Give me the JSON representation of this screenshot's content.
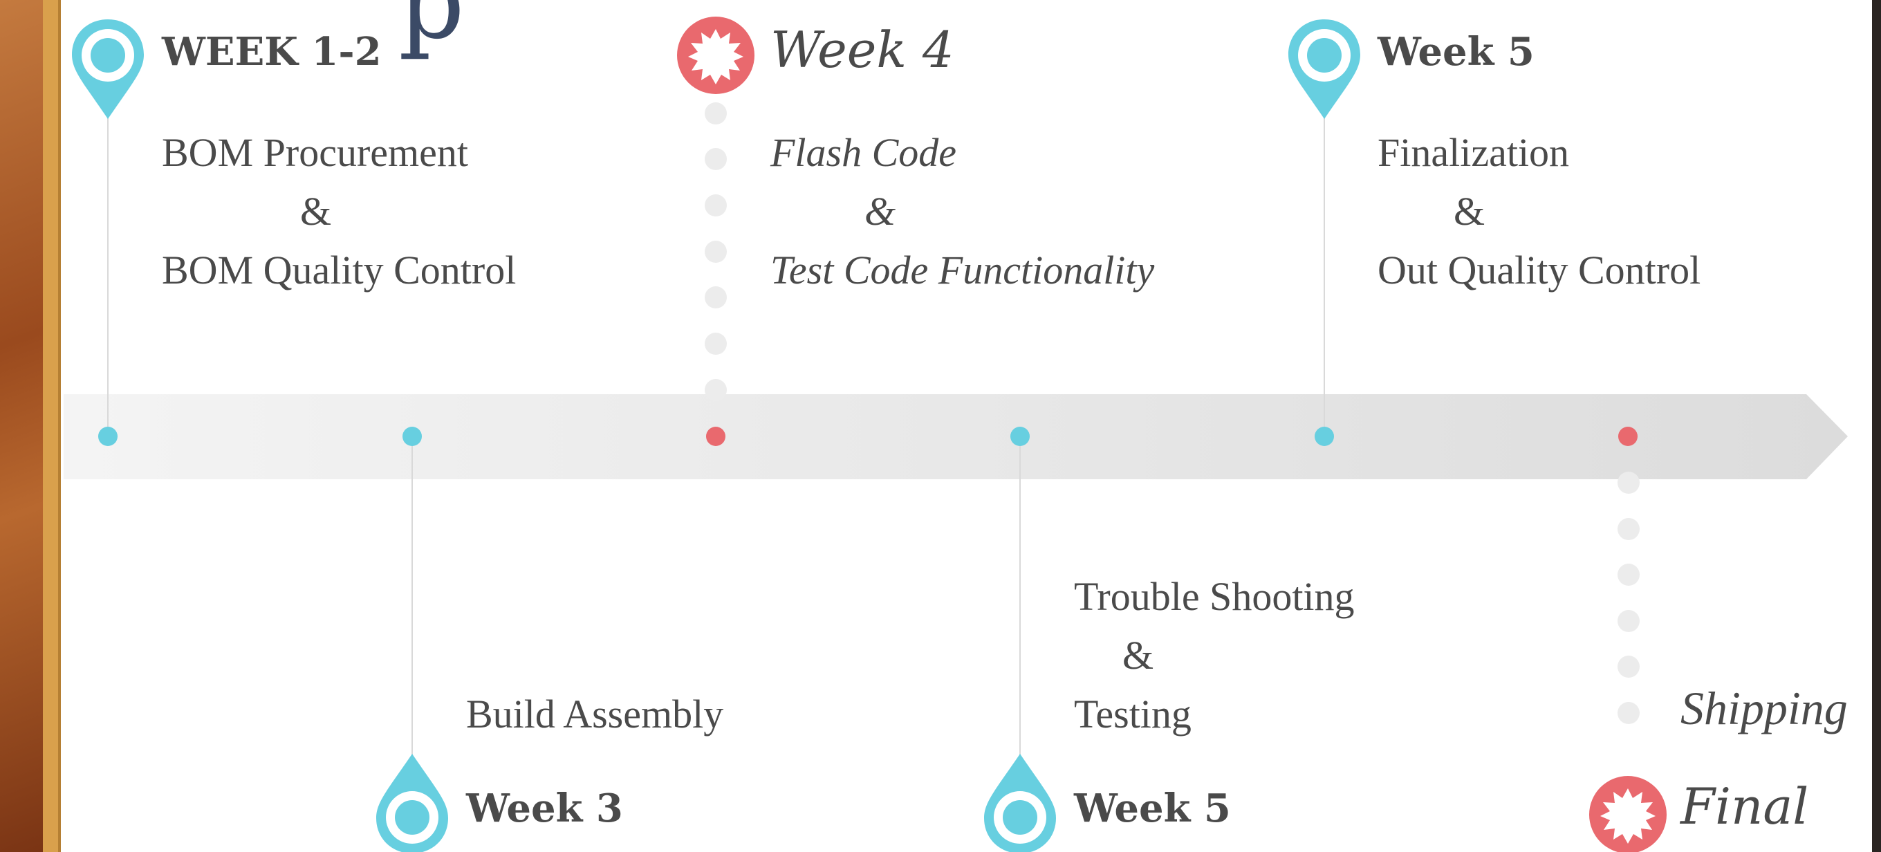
{
  "title_fragment": "p",
  "milestones_top": [
    {
      "label": "WEEK 1-2",
      "lines": [
        "BOM Procurement",
        "&",
        "BOM Quality Control"
      ]
    },
    {
      "label": "Week 4",
      "lines": [
        "Flash Code",
        "&",
        "Test Code Functionality"
      ]
    },
    {
      "label": "Week 5",
      "lines": [
        "Finalization",
        "&",
        "Out Quality Control"
      ]
    }
  ],
  "milestones_bottom": [
    {
      "label": "Week 3",
      "lines": [
        "Build Assembly"
      ]
    },
    {
      "label": "Week 5",
      "lines": [
        "Trouble Shooting",
        "&",
        "Testing"
      ]
    },
    {
      "label": "Final",
      "lines": [
        "Shipping"
      ]
    }
  ],
  "colors": {
    "blue": "#67cfe0",
    "red": "#e9696e",
    "text": "#4a4a4a",
    "arrow": "#e6e6e6"
  },
  "icons": {
    "blue_marker": "location-pin-icon",
    "red_marker": "starburst-badge-icon"
  }
}
